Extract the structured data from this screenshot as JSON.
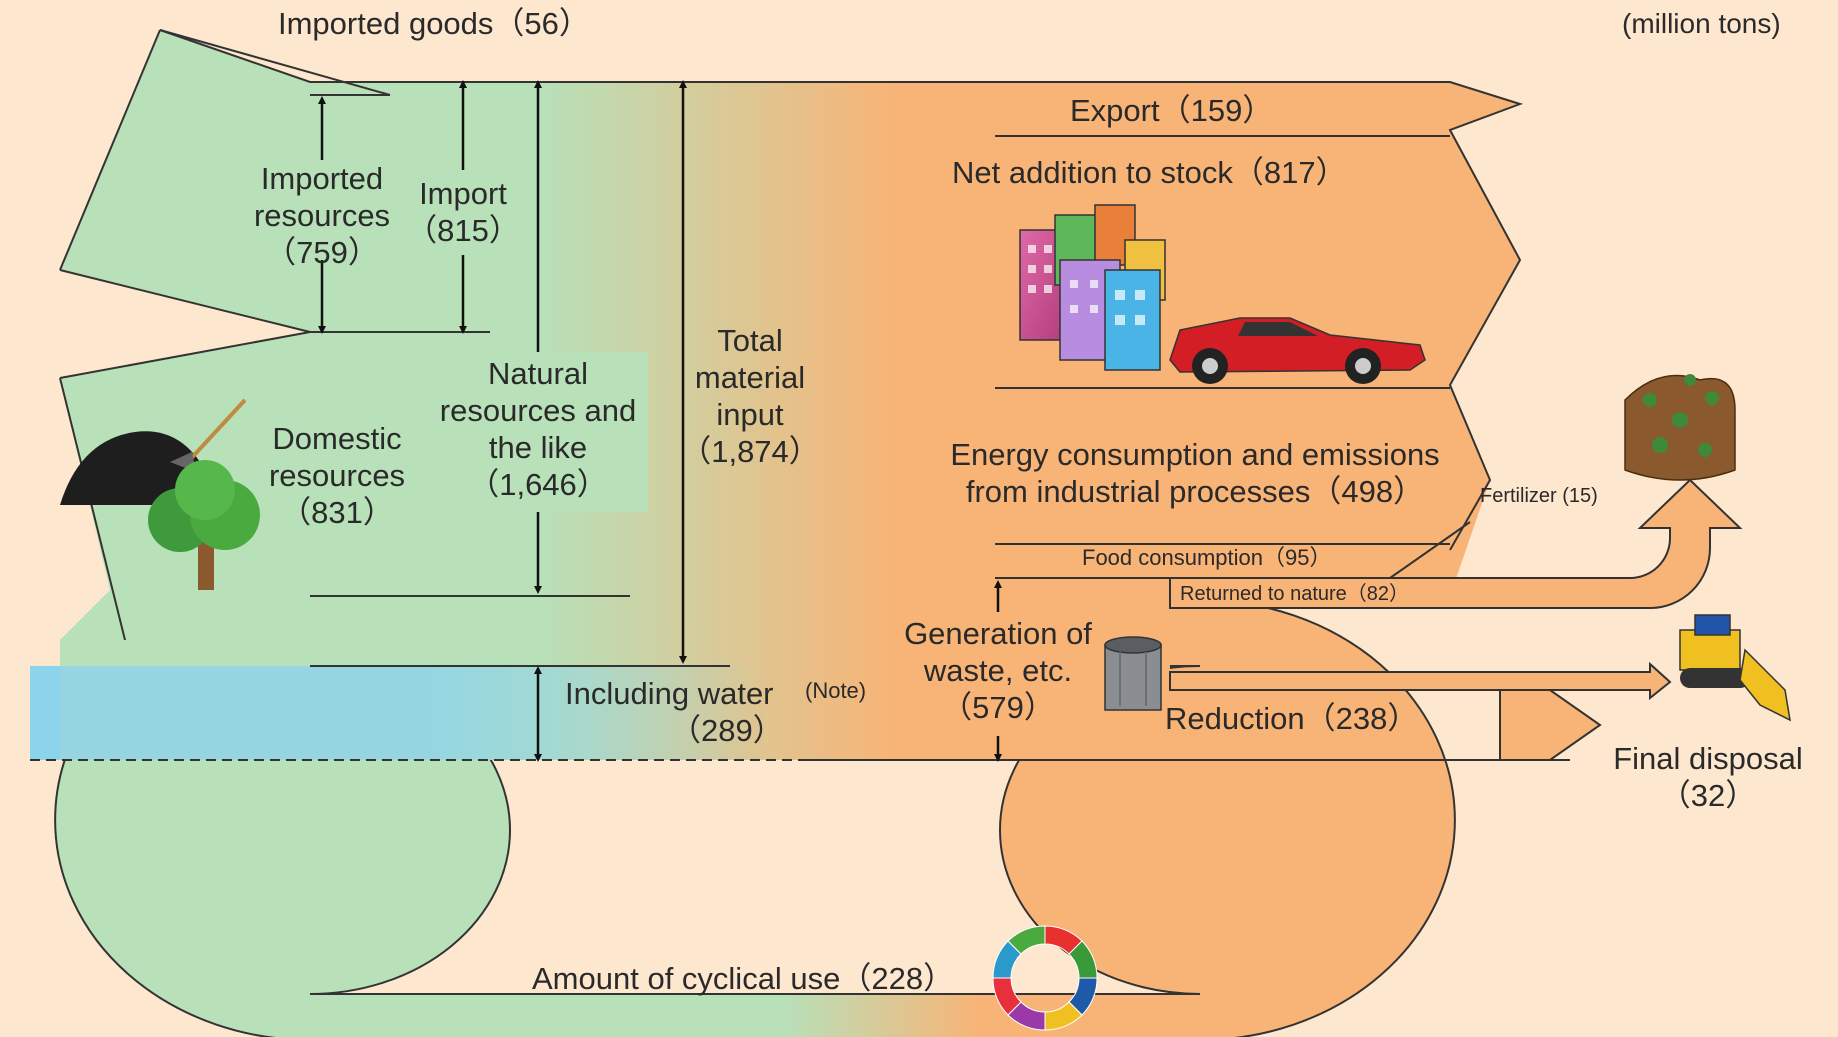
{
  "unit": "(million tons)",
  "labels": {
    "imported_goods": "Imported goods（56）",
    "imported_resources": [
      "Imported",
      "resources",
      "（759）"
    ],
    "import": [
      "Import",
      "（815）"
    ],
    "natural_resources": [
      "Natural",
      "resources and",
      "the like",
      "（1,646）"
    ],
    "total_material_input": [
      "Total",
      "material",
      "input",
      "（1,874）"
    ],
    "domestic_resources": [
      "Domestic",
      "resources",
      "（831）"
    ],
    "including_water": "Including water",
    "including_water_value": "（289）",
    "note": "(Note)",
    "export": "Export（159）",
    "net_addition_to_stock": "Net addition to stock（817）",
    "energy_consumption": [
      "Energy consumption and emissions",
      "from industrial processes（498）"
    ],
    "fertilizer": "Fertilizer (15)",
    "food_consumption": "Food consumption（95）",
    "returned_to_nature": "Returned to nature（82）",
    "generation_of_waste": [
      "Generation of",
      "waste, etc.",
      "（579）"
    ],
    "reduction": "Reduction（238）",
    "final_disposal": [
      "Final disposal",
      "（32）"
    ],
    "cyclical_use": "Amount of cyclical use（228）"
  },
  "icons": [
    "buildings-icon",
    "sports-car-icon",
    "compost-icon",
    "bulldozer-icon",
    "trash-can-icon",
    "coal-pile-icon",
    "tree-icon",
    "recycling-ring-icon"
  ],
  "colors": {
    "background": "#fde7cf",
    "input_green": "#b8e0b9",
    "output_orange": "#f8b477",
    "water_blue": "#8cd4ec",
    "car_red": "#d21e24"
  }
}
